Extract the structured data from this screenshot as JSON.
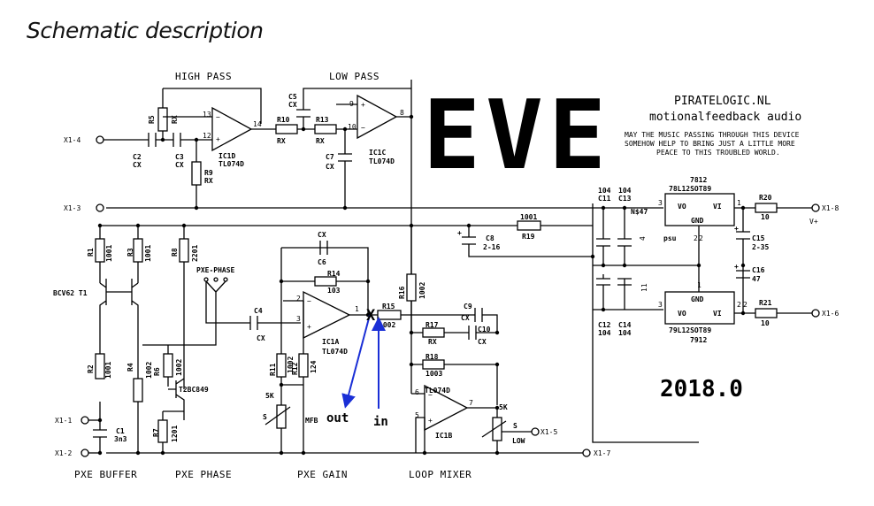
{
  "title": "Schematic description",
  "logo": {
    "text": "EVE"
  },
  "brand": {
    "site": "PIRATELOGIC.NL",
    "tagline": "motionalfeedback audio"
  },
  "quote": [
    "MAY THE MUSIC PASSING THROUGH THIS DEVICE",
    "SOMEHOW HELP TO BRING JUST A LITTLE MORE",
    "PEACE TO THIS TROUBLED WORLD."
  ],
  "version": "2018.0",
  "sections": {
    "high_pass": "HIGH PASS",
    "low_pass": "LOW PASS",
    "pxe_buffer": "PXE BUFFER",
    "pxe_phase": "PXE PHASE",
    "pxe_gain": "PXE GAIN",
    "loop_mixer": "LOOP MIXER"
  },
  "connectors": {
    "x1_4": "X1-4",
    "x1_3": "X1-3",
    "x1_1": "X1-1",
    "x1_2": "X1-2",
    "x1_7": "X1-7",
    "x1_5": "X1-5",
    "x1_8": "X1-8",
    "x1_6": "X1-6",
    "v_plus": "V+"
  },
  "annotations": {
    "out": "out",
    "in": "in",
    "marker": "X"
  },
  "colors": {
    "annotation": "#1a2fd6",
    "marker": "#e01010",
    "wire": "#000000"
  },
  "opamps": {
    "ic1d": "IC1D",
    "ic1c": "IC1C",
    "ic1a": "IC1A",
    "ic1b": "IC1B",
    "tl074d": "TL074D"
  },
  "regulators": {
    "pos": {
      "name": "7812",
      "part": "78L12SOT89",
      "vo": "VO",
      "vi": "VI",
      "gnd": "GND"
    },
    "neg": {
      "name": "7912",
      "part": "79L12SOT89",
      "vo": "VO",
      "vi": "VI",
      "gnd": "GND"
    }
  },
  "parts": {
    "r5": "R5",
    "r9": "R9",
    "r10": "R10",
    "r13": "R13",
    "rx": "RX",
    "c2": "C2",
    "c3": "C3",
    "c5": "C5",
    "c7": "C7",
    "cx": "CX",
    "r1": "R1",
    "r3": "R3",
    "r8": "R8",
    "r2": "R2",
    "r4": "R4",
    "r7": "R7",
    "r6": "R6",
    "r11": "R11",
    "r12": "R12",
    "r14": "R14",
    "r15": "R15",
    "r16": "R16",
    "r17": "R17",
    "r18": "R18",
    "r19": "R19",
    "r20": "R20",
    "r21": "R21",
    "c1": "C1",
    "c4": "C4",
    "c6": "C6",
    "c8": "C8",
    "c9": "C9",
    "c10": "C10",
    "c11": "C11",
    "c12": "C12",
    "c13": "C13",
    "c14": "C14",
    "c15": "C15",
    "c16": "C16",
    "t1": "BCV62 T1",
    "t2": "T2BC849",
    "pxe_phase": "PXE-PHASE",
    "v1001": "1001",
    "v2201": "2201",
    "v1201": "1201",
    "v3n3": "3n3",
    "v103": "103",
    "v1002": "1002",
    "v1003": "1003",
    "v124": "124",
    "v104": "104",
    "v5k": "5K",
    "v10": "10",
    "v47": "47",
    "v2_16": "2-16",
    "v2_35": "2-35",
    "mfb": "MFB",
    "low": "LOW",
    "psu": "psu",
    "ns47": "N$47"
  }
}
